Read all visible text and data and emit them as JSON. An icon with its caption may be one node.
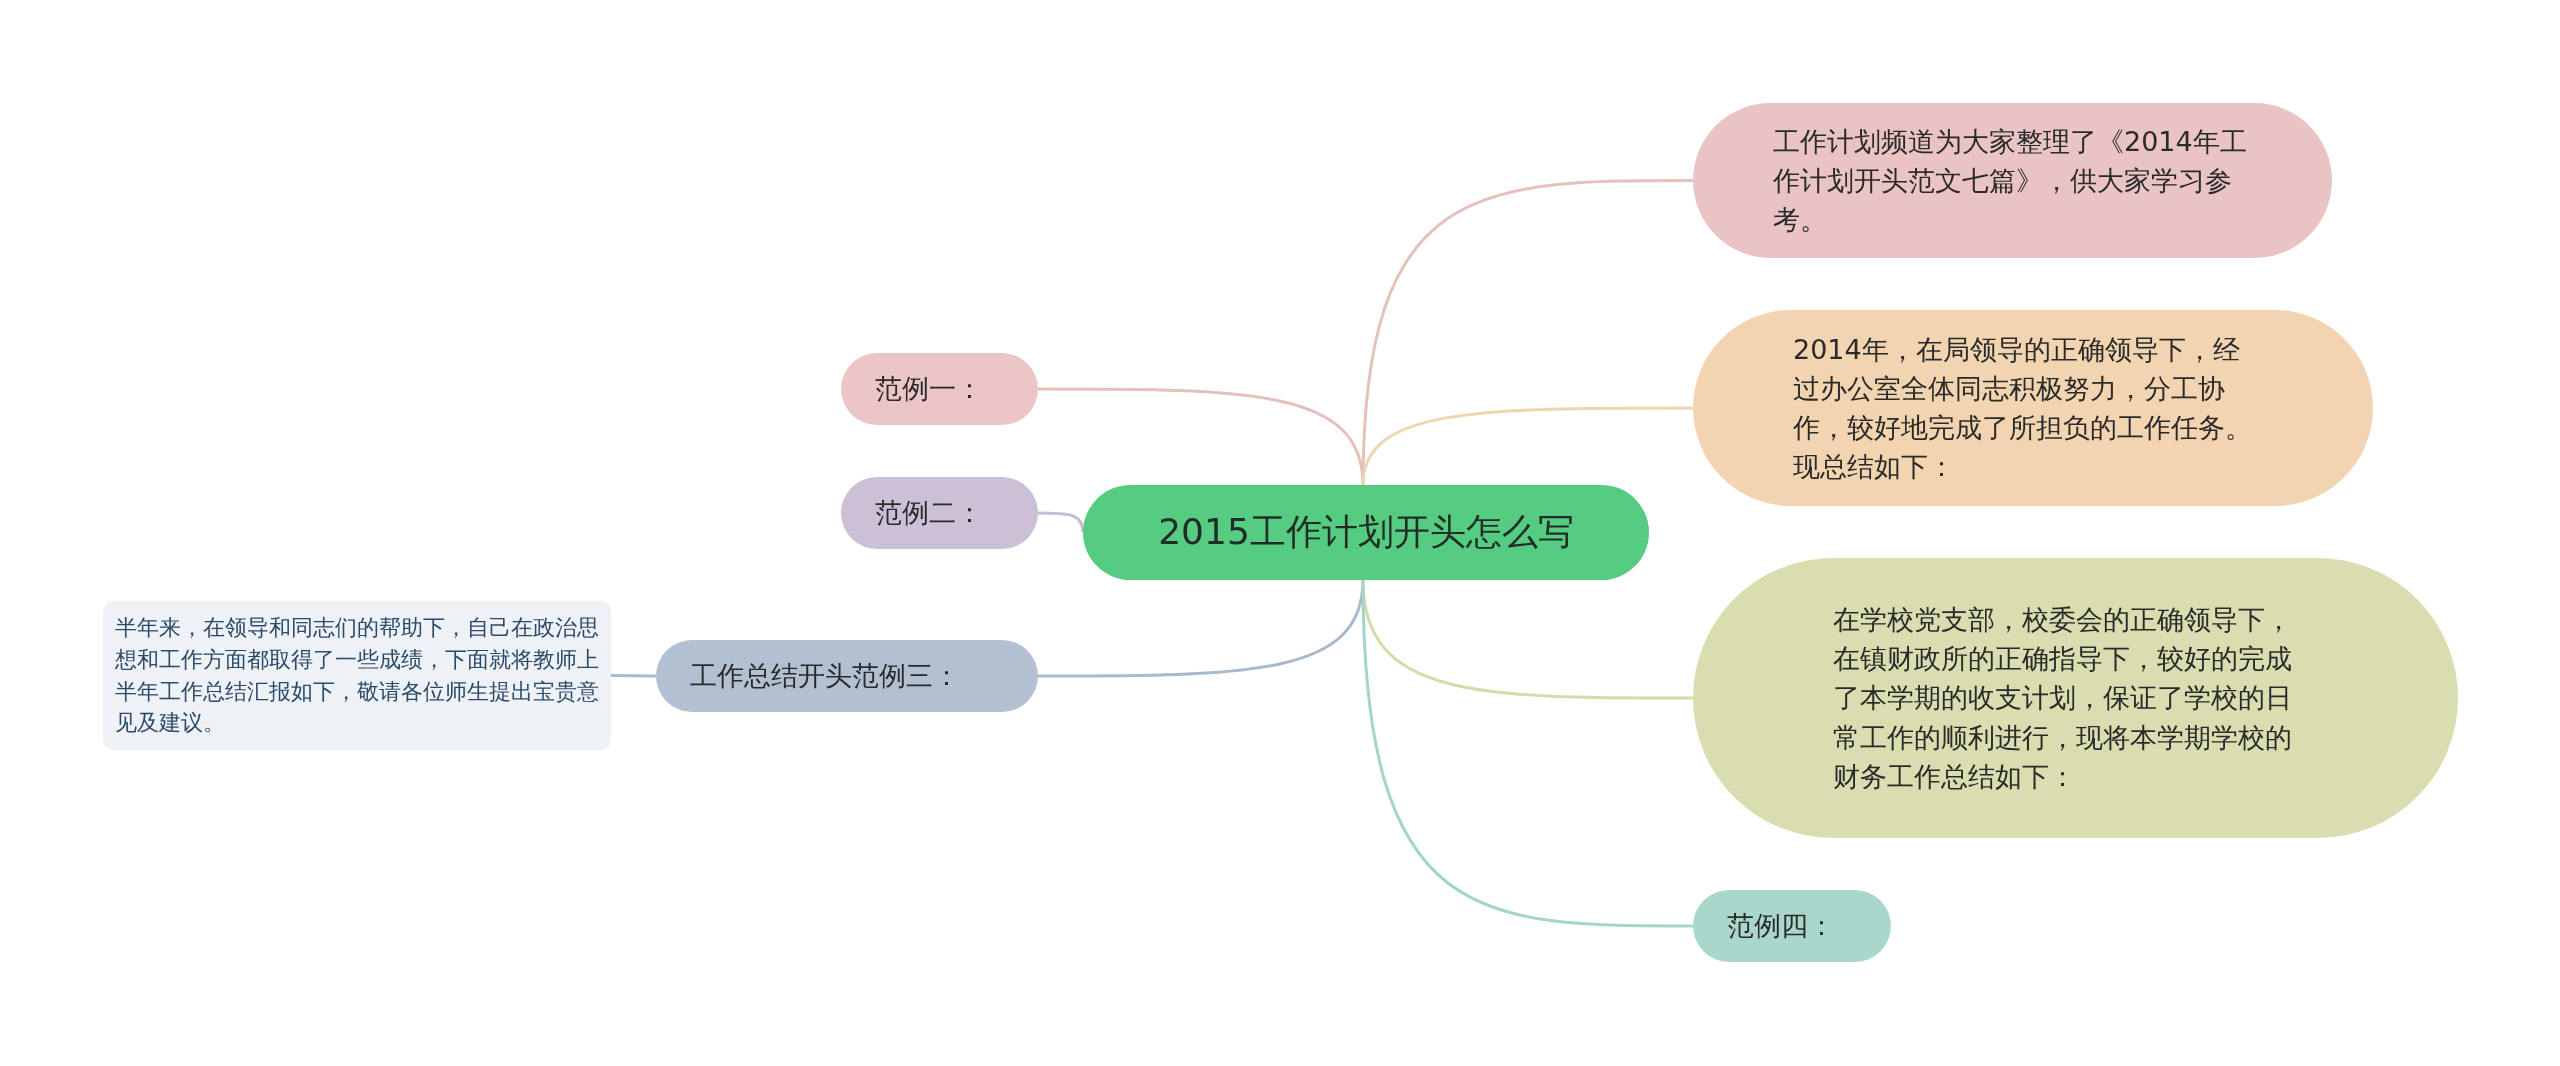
{
  "diagram": {
    "nodes": [
      {
        "text": [
          "2015工作计划开头怎么写"
        ]
      },
      {
        "text": [
          "范例一："
        ]
      },
      {
        "text": [
          "范例二："
        ]
      },
      {
        "text": [
          "工作总结开头范例三："
        ]
      },
      {
        "text": [
          "半年来，在领导和同志们的帮助下，自己在政治思想和工作方面都取得了一些成绩，下面就将教师上半年工作总结汇报如下，敬请各位师生提出宝贵意见及建议。"
        ]
      },
      {
        "text": [
          "工作计划频道为大家整理了《2014年工作计划开头范文七篇》，供大家学习参考。"
        ]
      },
      {
        "text": [
          "2014年，在局领导的正确领导下，经过办公室全体同志积极努力，分工协作，较好地完成了所担负的工作任务。现总结如下："
        ]
      },
      {
        "text": [
          "在学校党支部，校委会的正确领导下，在镇财政所的正确指导下，较好的完成了本学期的收支计划，保证了学校的日常工作的顺利进行，现将本学期学校的财务工作总结如下："
        ]
      },
      {
        "text": [
          "范例四："
        ]
      }
    ],
    "edges": [
      {
        "from": 0,
        "to": 1,
        "arrow": "none",
        "color": "#e6c0bd"
      },
      {
        "from": 0,
        "to": 2,
        "arrow": "none",
        "color": "#c6bbd0"
      },
      {
        "from": 0,
        "to": 3,
        "arrow": "none",
        "color": "#a9b9cc"
      },
      {
        "from": 3,
        "to": 4,
        "arrow": "none",
        "color": "#a9b9cc"
      },
      {
        "from": 0,
        "to": 5,
        "arrow": "none",
        "color": "#e6c0bd"
      },
      {
        "from": 0,
        "to": 6,
        "arrow": "none",
        "color": "#eed6b0"
      },
      {
        "from": 0,
        "to": 7,
        "arrow": "none",
        "color": "#d6dbaa"
      },
      {
        "from": 0,
        "to": 8,
        "arrow": "none",
        "color": "#a5d4c8"
      }
    ]
  }
}
